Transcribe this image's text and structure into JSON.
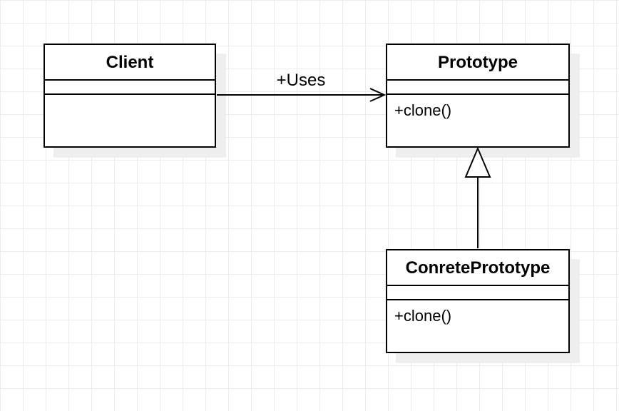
{
  "diagram": {
    "classes": {
      "client": {
        "name": "Client",
        "operations": []
      },
      "prototype": {
        "name": "Prototype",
        "operations": [
          "+clone()"
        ]
      },
      "concrete": {
        "name": "ConretePrototype",
        "operations": [
          "+clone()"
        ]
      }
    },
    "relations": {
      "uses": {
        "label": "+Uses",
        "from": "Client",
        "to": "Prototype",
        "kind": "association-open-arrow"
      },
      "inherits": {
        "from": "ConretePrototype",
        "to": "Prototype",
        "kind": "generalization-hollow-triangle"
      }
    }
  }
}
